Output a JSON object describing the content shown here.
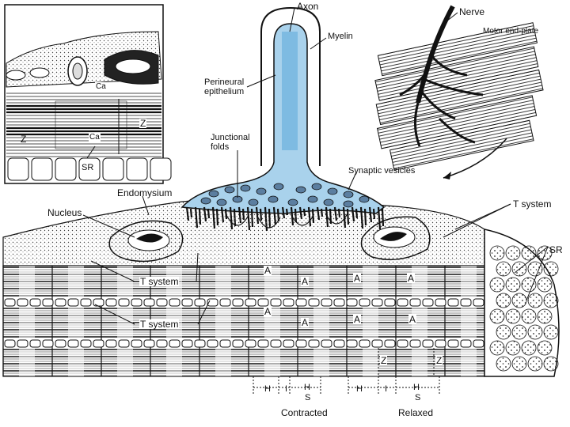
{
  "labels": {
    "axon": "Axon",
    "myelin": "Myelin",
    "perineural": "Perineural\nepithelium",
    "nerve": "Nerve",
    "motor_end_plate": "Motor end-plate",
    "junctional_folds": "Junctional\nfolds",
    "synaptic_vesicles": "Synaptic vesicles",
    "endomysium": "Endomysium",
    "nucleus": "Nucleus",
    "t_system_right": "T system",
    "t_system_left_1": "T system",
    "t_system_left_2": "T system",
    "sr_right": "SR",
    "sr_inset": "SR",
    "ca_inset_1": "Ca",
    "ca_inset_2": "Ca",
    "z_inset_left": "Z",
    "z_inset_right": "Z",
    "z_bottom_1": "Z",
    "z_bottom_2": "Z",
    "band_a": "A",
    "band_h": "H",
    "band_i": "I",
    "band_s": "S",
    "contracted": "Contracted",
    "relaxed": "Relaxed"
  },
  "colors": {
    "nerve_fill": "#a9d2ec",
    "ink": "#111111",
    "paper": "#ffffff"
  }
}
